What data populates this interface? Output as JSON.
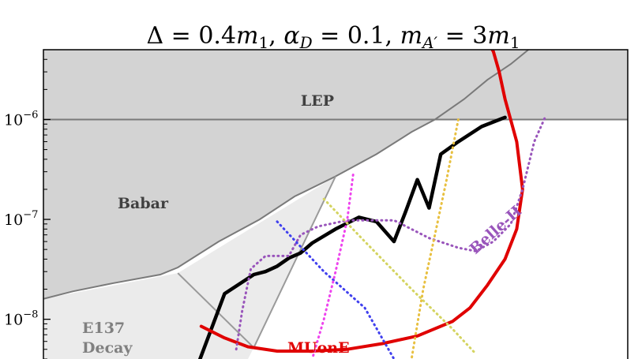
{
  "chart_data": {
    "type": "line",
    "title": "Δ = 0.4m₁, α_D = 0.1, m_A′ = 3m₁",
    "y_scale": "log",
    "y_tick_labels": [
      {
        "value": 1e-06,
        "base": "10",
        "exp": "−6"
      },
      {
        "value": 1e-07,
        "base": "10",
        "exp": "−7"
      },
      {
        "value": 1e-08,
        "base": "10",
        "exp": "−8"
      }
    ],
    "x_range_fraction": [
      0,
      1
    ],
    "ylim": [
      4e-09,
      5e-06
    ],
    "regions": [
      {
        "label": "LEP",
        "color": "#d3d3d3",
        "text_color": "#404040"
      },
      {
        "label": "Babar",
        "color": "#d3d3d3",
        "text_color": "#404040"
      },
      {
        "label": "E137",
        "label2": "Decay",
        "color": "#ebebeb",
        "text_color": "#808080"
      }
    ],
    "series": [
      {
        "role": "projection",
        "color": "#000000",
        "points": [
          [
            0.26,
            3e-09
          ],
          [
            0.31,
            1.8e-08
          ],
          [
            0.36,
            2.8e-08
          ],
          [
            0.38,
            3e-08
          ],
          [
            0.4,
            3.4e-08
          ],
          [
            0.42,
            4.1e-08
          ],
          [
            0.44,
            4.6e-08
          ],
          [
            0.46,
            5.8e-08
          ],
          [
            0.5,
            8e-08
          ],
          [
            0.54,
            1.05e-07
          ],
          [
            0.57,
            9.5e-08
          ],
          [
            0.6,
            6e-08
          ],
          [
            0.62,
            1.2e-07
          ],
          [
            0.64,
            2.5e-07
          ],
          [
            0.66,
            1.3e-07
          ],
          [
            0.68,
            4.5e-07
          ],
          [
            0.71,
            6e-07
          ],
          [
            0.75,
            8.5e-07
          ],
          [
            0.79,
            1.05e-06
          ]
        ]
      },
      {
        "role": "MUonE",
        "label": "MUonE",
        "color": "#e00000",
        "points": [
          [
            0.27,
            8.5e-09
          ],
          [
            0.31,
            6.5e-09
          ],
          [
            0.35,
            5.3e-09
          ],
          [
            0.4,
            4.8e-09
          ],
          [
            0.46,
            4.8e-09
          ],
          [
            0.52,
            5e-09
          ],
          [
            0.58,
            5.7e-09
          ],
          [
            0.64,
            6.8e-09
          ],
          [
            0.7,
            9.5e-09
          ],
          [
            0.73,
            1.3e-08
          ],
          [
            0.76,
            2.2e-08
          ],
          [
            0.79,
            4e-08
          ],
          [
            0.81,
            8e-08
          ],
          [
            0.82,
            2e-07
          ],
          [
            0.81,
            6e-07
          ],
          [
            0.79,
            1.6e-06
          ],
          [
            0.78,
            3e-06
          ],
          [
            0.77,
            4.8e-06
          ],
          [
            0.76,
            6e-06
          ]
        ]
      },
      {
        "role": "Belle-II",
        "label": "Belle-II",
        "color": "#9955bb",
        "points": [
          [
            0.33,
            5e-09
          ],
          [
            0.34,
            1.2e-08
          ],
          [
            0.355,
            3.2e-08
          ],
          [
            0.38,
            4.3e-08
          ],
          [
            0.42,
            4.3e-08
          ],
          [
            0.44,
            7e-08
          ],
          [
            0.47,
            8.5e-08
          ],
          [
            0.52,
            9.8e-08
          ],
          [
            0.6,
            9.8e-08
          ],
          [
            0.66,
            6.5e-08
          ],
          [
            0.71,
            5.2e-08
          ],
          [
            0.74,
            4.8e-08
          ],
          [
            0.77,
            6e-08
          ],
          [
            0.8,
            9e-08
          ],
          [
            0.82,
            2e-07
          ],
          [
            0.84,
            6e-07
          ],
          [
            0.86,
            1.1e-06
          ]
        ]
      },
      {
        "role": "other-1",
        "color": "#4040ee",
        "points": [
          [
            0.4,
            9.5e-08
          ],
          [
            0.48,
            3e-08
          ],
          [
            0.55,
            1.3e-08
          ],
          [
            0.6,
            4e-09
          ]
        ]
      },
      {
        "role": "other-2",
        "color": "#ee44ee",
        "points": [
          [
            0.53,
            2.8e-07
          ],
          [
            0.52,
            1e-07
          ],
          [
            0.5,
            3e-08
          ],
          [
            0.48,
            1e-08
          ],
          [
            0.46,
            4e-09
          ]
        ]
      },
      {
        "role": "other-3",
        "color": "#d4d460",
        "points": [
          [
            0.48,
            1.6e-07
          ],
          [
            0.55,
            6e-08
          ],
          [
            0.63,
            2e-08
          ],
          [
            0.7,
            8e-09
          ],
          [
            0.74,
            4.5e-09
          ]
        ]
      },
      {
        "role": "other-4",
        "color": "#e8c040",
        "points": [
          [
            0.71,
            1e-06
          ],
          [
            0.69,
            2.5e-07
          ],
          [
            0.67,
            7e-08
          ],
          [
            0.65,
            2e-08
          ],
          [
            0.63,
            4e-09
          ]
        ]
      }
    ]
  }
}
